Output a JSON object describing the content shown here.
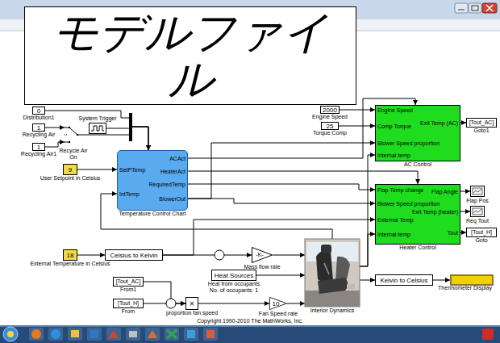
{
  "diagram": {
    "title": "モデルファイル",
    "nodes": [
      {
        "text": [
          "0",
          "Distribution1"
        ]
      },
      {
        "text": [
          "1",
          "Recycling Air"
        ]
      },
      {
        "text": [
          "1",
          "Recycling Air1"
        ]
      },
      {
        "text": [
          "Recycle Air On"
        ]
      },
      {
        "text": [
          "System Trigger"
        ]
      },
      {
        "text": [
          "9",
          "User Setpoint in Celsius"
        ]
      },
      {
        "text": [
          "SetPTemp",
          "IntTemp",
          "ACAct",
          "HeaterAct",
          "RequiredTemp",
          "BlowerOut",
          "Temperature Control Chart"
        ]
      },
      {
        "text": [
          "2000",
          "Engine Speed"
        ]
      },
      {
        "text": [
          "25",
          "Torque Comp"
        ]
      },
      {
        "text": [
          "Engine Speed",
          "Comp Torque",
          "Blower Speed proportion",
          "Internal temp",
          "Exit Temp (AC)",
          "AC Control"
        ]
      },
      {
        "text": [
          "[Tout_AC]",
          "Goto1"
        ]
      },
      {
        "text": [
          "Flap Temp change",
          "Blower Speed proportion",
          "External Temp",
          "Internal temp",
          "Flap Angle",
          "Exit Temp (heater)",
          "Tout",
          "Heater Control"
        ]
      },
      {
        "text": [
          "Flap Pos"
        ]
      },
      {
        "text": [
          "Req Tout"
        ]
      },
      {
        "text": [
          "[Tout_H]",
          "Goto"
        ]
      },
      {
        "text": [
          "18",
          "External Temperature in Celsius"
        ]
      },
      {
        "text": [
          "Celsius to Kelvin"
        ]
      },
      {
        "text": [
          "-K-",
          "Mass flow rate"
        ]
      },
      {
        "text": [
          "Heat Sources",
          "Heat from occupants No. of occupants: 1"
        ]
      },
      {
        "text": [
          "[Tout_AC]",
          "From1"
        ]
      },
      {
        "text": [
          "[Tout_H]",
          "From"
        ]
      },
      {
        "text": [
          "×",
          "proportion fan speed"
        ]
      },
      {
        "text": [
          "10",
          "Fan Speed rate"
        ]
      },
      {
        "text": [
          "Interior Dynamics"
        ]
      },
      {
        "text": [
          "Kelvin to Celsius"
        ]
      },
      {
        "text": [
          "Thermometer Display"
        ]
      }
    ],
    "edges": [
      {
        "from": 0,
        "to": 6,
        "arrow": "to"
      },
      {
        "from": 1,
        "to": 3,
        "arrow": "to"
      },
      {
        "from": 2,
        "to": 3,
        "arrow": "to"
      },
      {
        "from": 3,
        "to": 6,
        "arrow": "to"
      },
      {
        "from": 4,
        "to": 6,
        "arrow": "to"
      },
      {
        "from": 5,
        "to": 6,
        "arrow": "to"
      },
      {
        "from": 6,
        "to": 9,
        "arrow": "to"
      },
      {
        "from": 6,
        "to": 11,
        "arrow": "to"
      },
      {
        "from": 6,
        "to": 11,
        "arrow": "to"
      },
      {
        "from": 6,
        "to": 9,
        "arrow": "to"
      },
      {
        "from": 6,
        "to": 11,
        "arrow": "to"
      },
      {
        "from": 7,
        "to": 9,
        "arrow": "to"
      },
      {
        "from": 8,
        "to": 9,
        "arrow": "to"
      },
      {
        "from": 9,
        "to": 10,
        "arrow": "to"
      },
      {
        "from": 11,
        "to": 12,
        "arrow": "to"
      },
      {
        "from": 11,
        "to": 13,
        "arrow": "to"
      },
      {
        "from": 11,
        "to": 14,
        "arrow": "to"
      },
      {
        "from": 15,
        "to": 16,
        "arrow": "to"
      },
      {
        "from": 16,
        "to": 11,
        "arrow": "to"
      },
      {
        "from": 16,
        "to": 17,
        "arrow": "to"
      },
      {
        "from": 17,
        "to": 23,
        "arrow": "to"
      },
      {
        "from": 18,
        "to": 23,
        "arrow": "to"
      },
      {
        "from": 19,
        "to": 21,
        "arrow": "to"
      },
      {
        "from": 20,
        "to": 21,
        "arrow": "to"
      },
      {
        "from": 21,
        "to": 22,
        "arrow": "to"
      },
      {
        "from": 22,
        "to": 23,
        "arrow": "to"
      },
      {
        "from": 23,
        "to": 24,
        "arrow": "to"
      },
      {
        "from": 24,
        "to": 25,
        "arrow": "to"
      },
      {
        "from": 23,
        "to": 9,
        "arrow": "to"
      },
      {
        "from": 23,
        "to": 11,
        "arrow": "to"
      },
      {
        "from": 23,
        "to": 6,
        "arrow": "to"
      }
    ],
    "labels": [
      "Copyright 1990-2010 The MathWorks, Inc."
    ]
  }
}
